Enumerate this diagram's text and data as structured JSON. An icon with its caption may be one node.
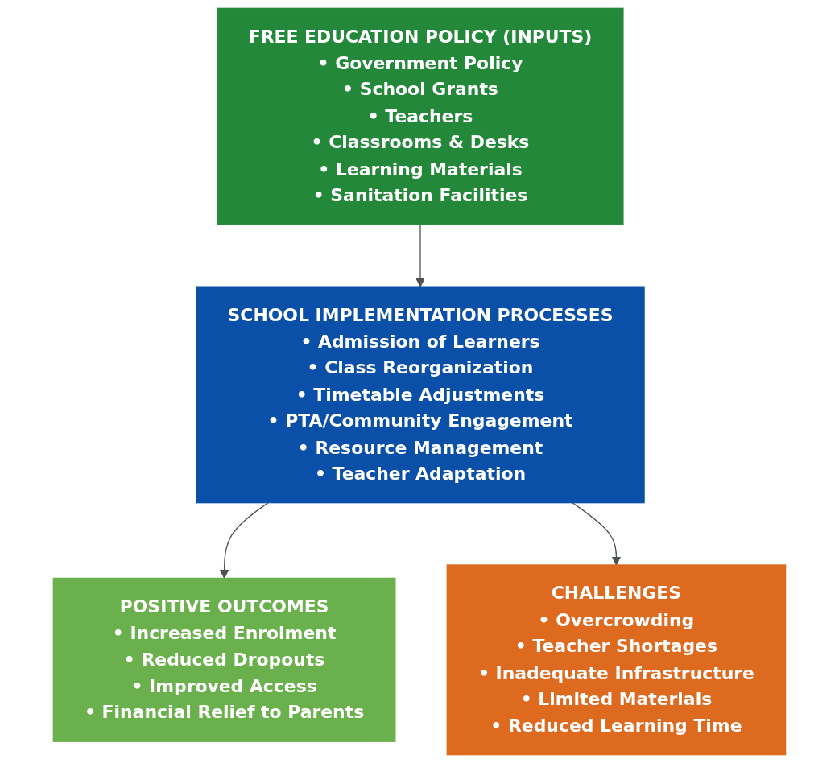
{
  "diagram": {
    "nodes": [
      {
        "text": [
          "FREE EDUCATION POLICY (INPUTS)",
          "• Government Policy",
          "• School Grants",
          "• Teachers",
          "• Classrooms & Desks",
          "• Learning Materials",
          "• Sanitation Facilities"
        ]
      },
      {
        "text": [
          "SCHOOL IMPLEMENTATION PROCESSES",
          "• Admission of Learners",
          "• Class Reorganization",
          "• Timetable Adjustments",
          "• PTA/Community Engagement",
          "• Resource Management",
          "• Teacher Adaptation"
        ]
      },
      {
        "text": [
          "POSITIVE OUTCOMES",
          "• Increased Enrolment",
          "• Reduced Dropouts",
          "• Improved Access",
          "• Financial Relief to Parents"
        ]
      },
      {
        "text": [
          "CHALLENGES",
          "• Overcrowding",
          "• Teacher Shortages",
          "• Inadequate Infrastructure",
          "• Limited Materials",
          "• Reduced Learning Time"
        ]
      }
    ],
    "edges": [
      {
        "from": 0,
        "to": 1,
        "arrow": "to"
      },
      {
        "from": 1,
        "to": 2,
        "arrow": "to"
      },
      {
        "from": 1,
        "to": 3,
        "arrow": "to"
      }
    ]
  }
}
